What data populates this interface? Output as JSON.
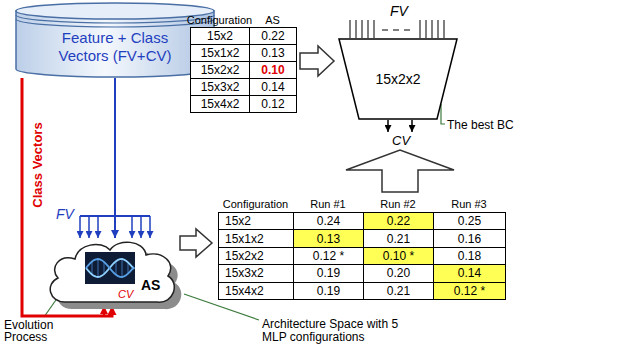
{
  "diagram": {
    "nodes": [
      {
        "text": [
          "Feature + Class",
          "Vectors (FV+CV)"
        ]
      },
      {
        "text": [
          "AS"
        ]
      },
      {
        "text": [
          "15x2x2"
        ]
      }
    ],
    "edges": [
      {
        "from": 0,
        "to": 1,
        "arrow": "to",
        "label": "FV"
      },
      {
        "from": 0,
        "to": 1,
        "arrow": "to",
        "label": "Class Vectors"
      }
    ],
    "labels": [
      "Configuration",
      "AS",
      "15x2",
      "0.22",
      "15x1x2",
      "0.13",
      "15x2x2",
      "0.10",
      "15x3x2",
      "0.14",
      "15x4x2",
      "0.12",
      "Configuration",
      "Run #1",
      "Run #2",
      "Run #3",
      "15x2",
      "0.24",
      "0.22",
      "0.25",
      "15x1x2",
      "0.13",
      "0.21",
      "0.16",
      "15x2x2",
      "0.12 *",
      "0.10 *",
      "0.18",
      "15x3x2",
      "0.19",
      "0.20",
      "0.14",
      "15x4x2",
      "0.19",
      "0.21",
      "0.12 *",
      "FV",
      "CV",
      "The best BC",
      "CV",
      "Evolution Process",
      "Architecture Space with 5 MLP configurations"
    ]
  }
}
